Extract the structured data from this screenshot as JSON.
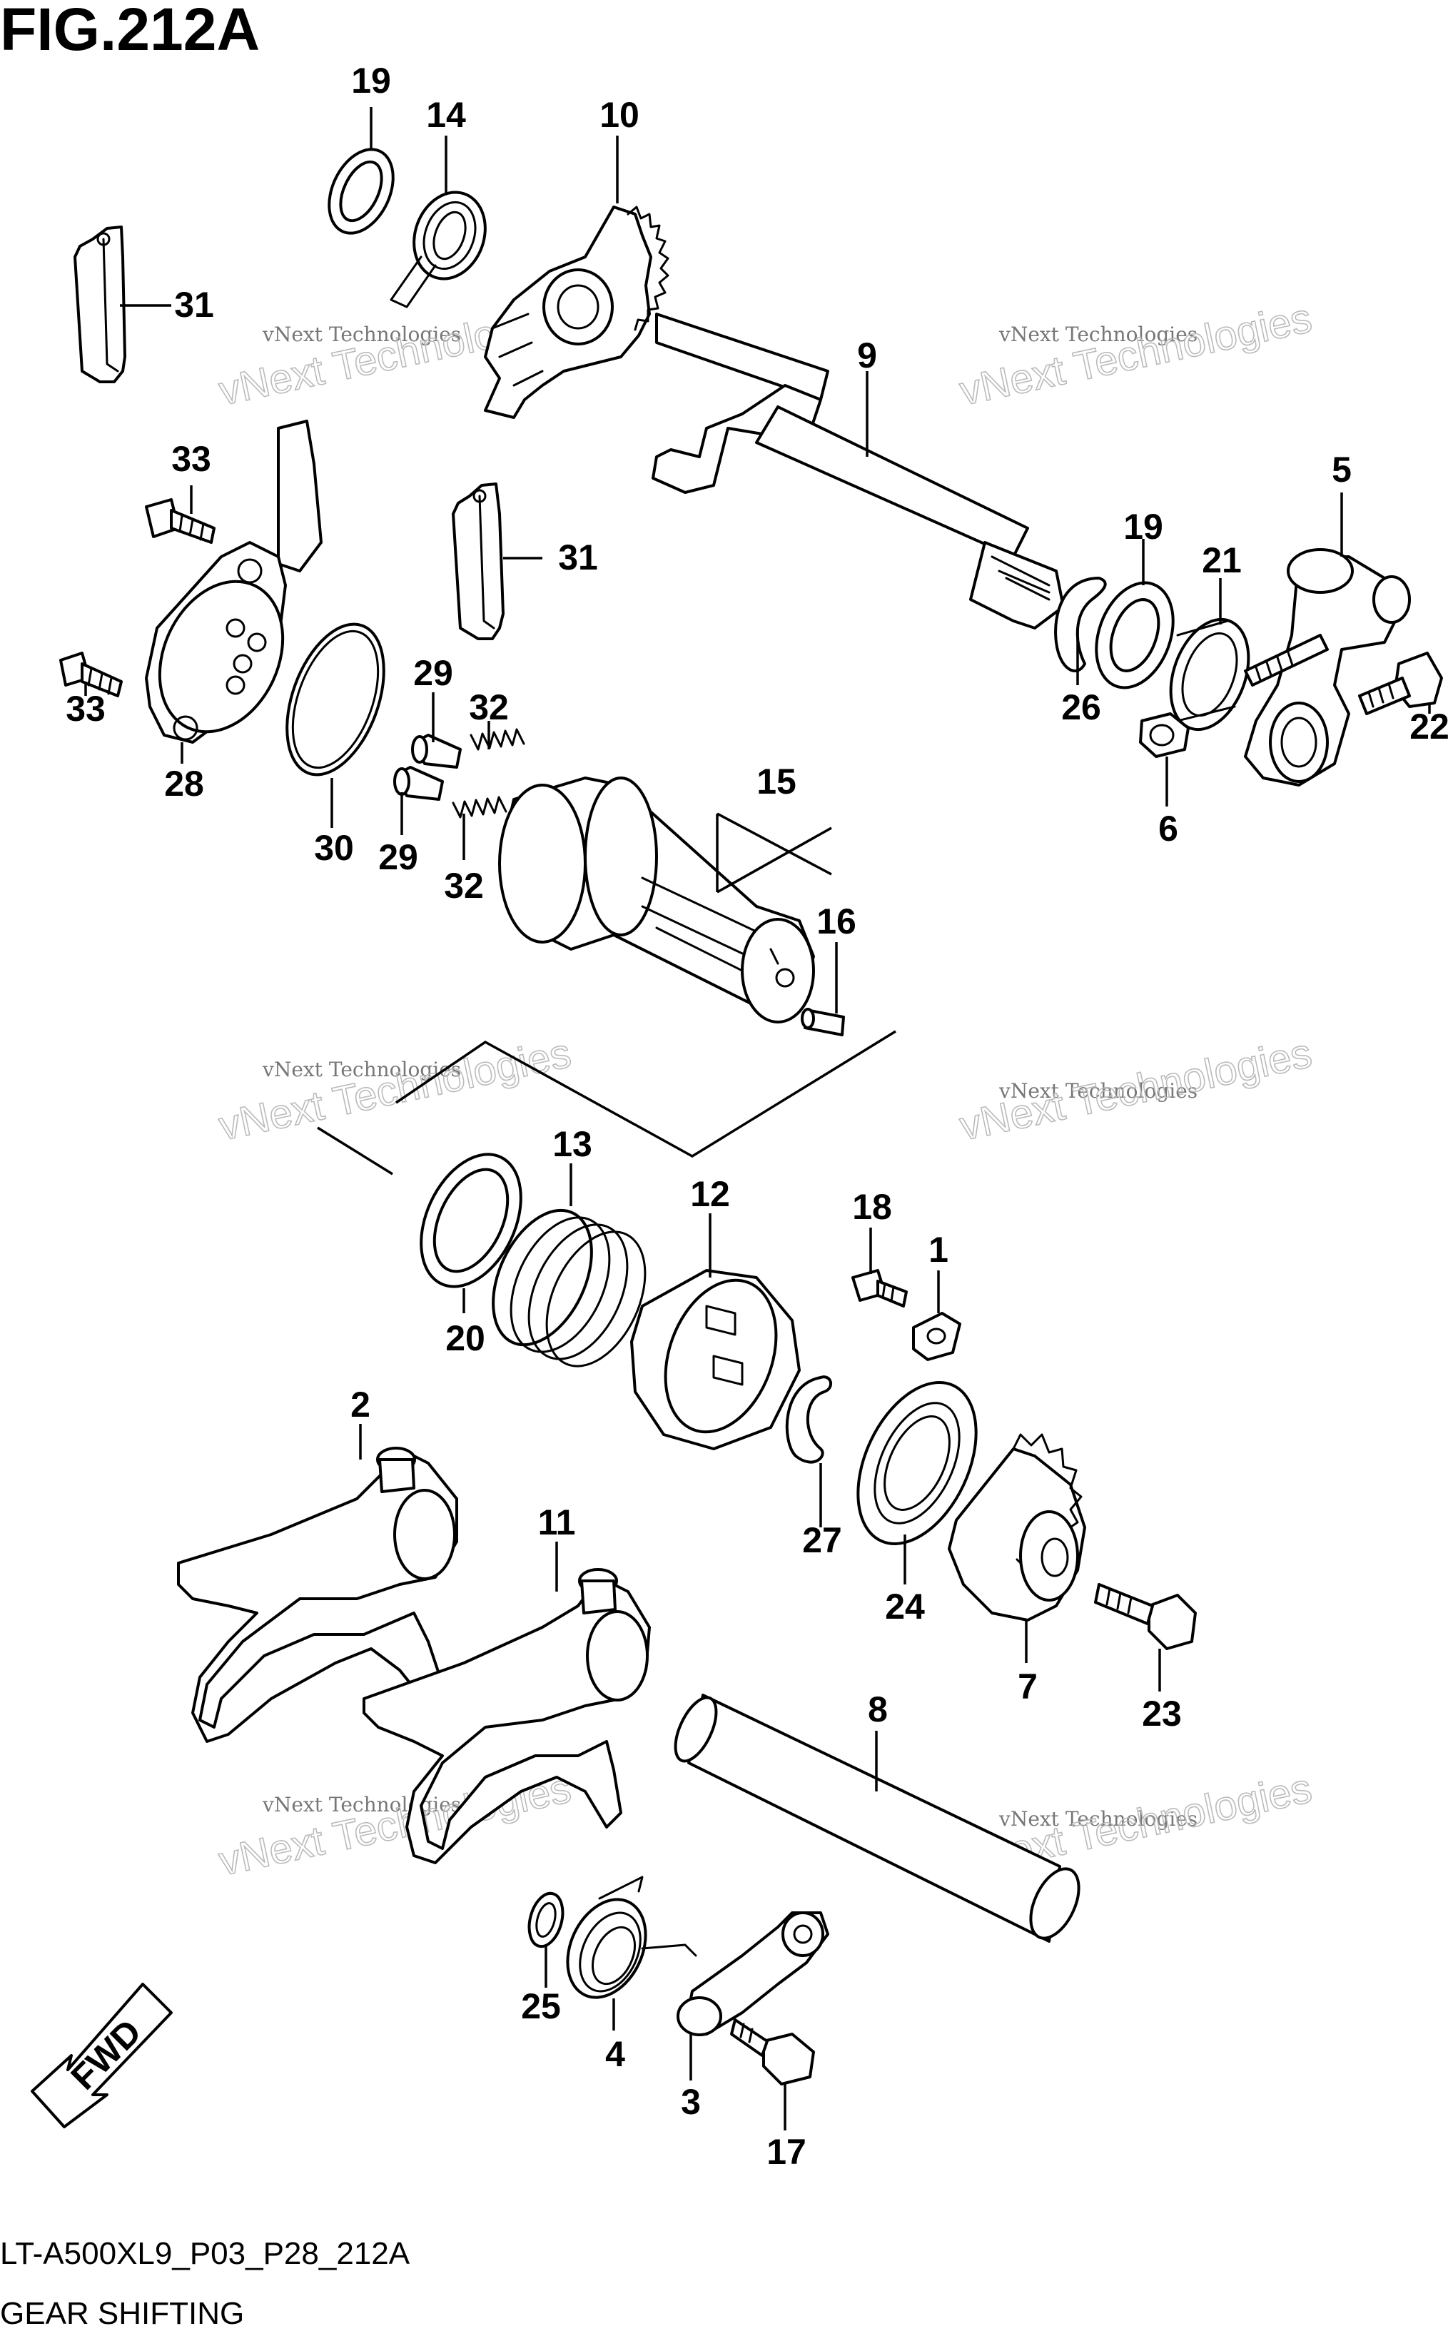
{
  "header": {
    "figure_title": "FIG.212A"
  },
  "footer": {
    "model_code": "LT-A500XL9_P03_P28_212A",
    "section_title": "GEAR SHIFTING"
  },
  "watermark": {
    "small_text": "vNext Technologies",
    "big_text": "vNext Technologies"
  },
  "direction_badge": {
    "label": "FWD"
  },
  "callouts": [
    "19",
    "14",
    "10",
    "31",
    "9",
    "33",
    "31",
    "5",
    "19",
    "21",
    "29",
    "32",
    "33",
    "26",
    "22",
    "28",
    "30",
    "15",
    "6",
    "29",
    "32",
    "16",
    "13",
    "12",
    "18",
    "1",
    "20",
    "2",
    "27",
    "11",
    "24",
    "7",
    "23",
    "8",
    "25",
    "4",
    "3",
    "17"
  ]
}
